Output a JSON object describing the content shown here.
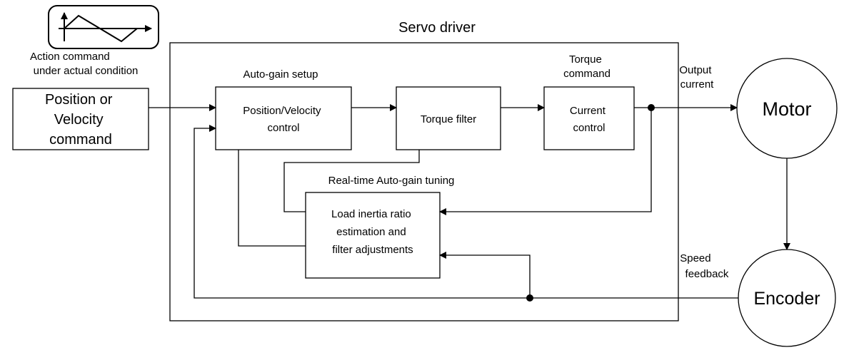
{
  "title": "Servo driver",
  "command_label": "Action command under actual condition",
  "command_label_lines": [
    "Action command",
    "under actual condition"
  ],
  "command_box": {
    "lines": [
      "Position or",
      "Velocity",
      "command"
    ]
  },
  "auto_gain_setup_label": "Auto-gain setup",
  "pos_vel_control": {
    "lines": [
      "Position/Velocity",
      "control"
    ]
  },
  "torque_filter": {
    "label": "Torque filter"
  },
  "torque_command_label": {
    "lines": [
      "Torque",
      "command"
    ]
  },
  "current_control": {
    "lines": [
      "Current",
      "control"
    ]
  },
  "output_current_label": {
    "lines": [
      "Output",
      "current"
    ]
  },
  "motor": {
    "label": "Motor"
  },
  "encoder": {
    "label": "Encoder"
  },
  "realtime_label": "Real-time Auto-gain tuning",
  "load_inertia_box": {
    "lines": [
      "Load inertia ratio",
      "estimation and",
      "filter adjustments"
    ]
  },
  "speed_feedback_label": {
    "lines": [
      "Speed",
      "feedback"
    ]
  },
  "icons": [
    "triangle-wave-icon"
  ]
}
